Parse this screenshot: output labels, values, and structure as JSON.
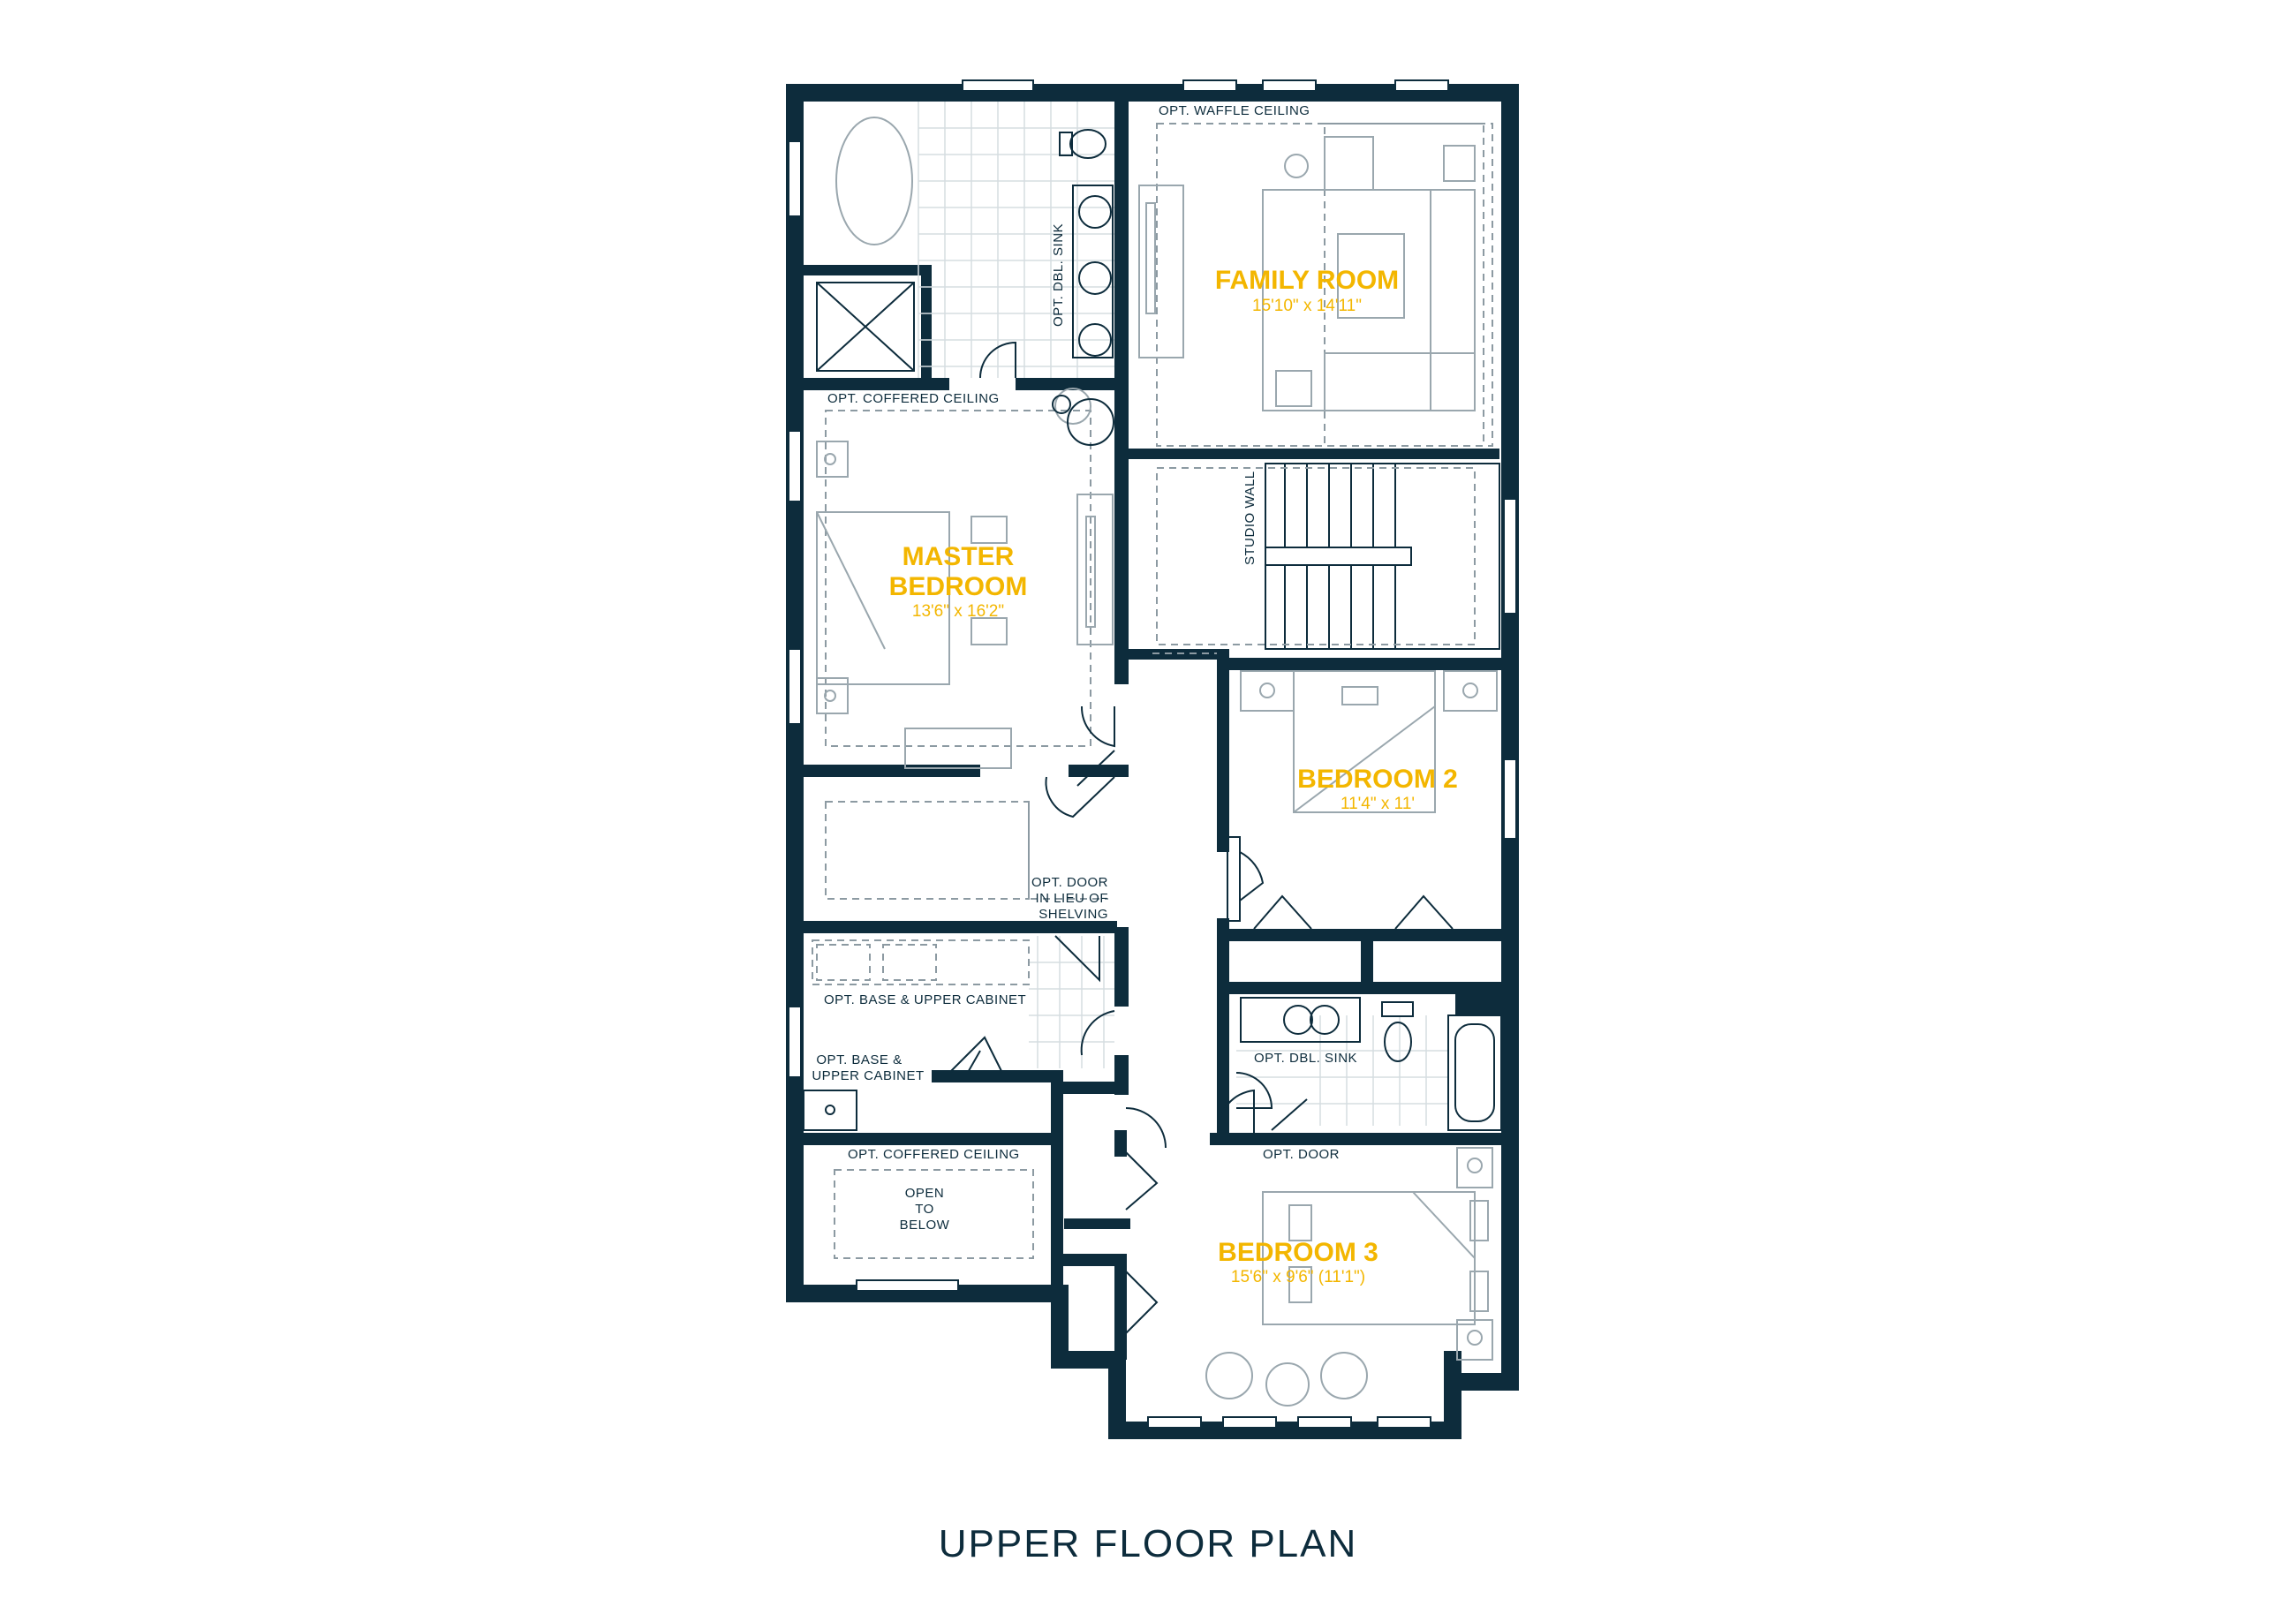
{
  "title": "UPPER FLOOR PLAN",
  "colors": {
    "wall": "#0d2c3c",
    "room_label": "#f3b600",
    "furniture": "#9aa7ae"
  },
  "rooms": {
    "family": {
      "name": "FAMILY ROOM",
      "dims": "15'10\" x 14'11\""
    },
    "master": {
      "name_line1": "MASTER",
      "name_line2": "BEDROOM",
      "dims": "13'6\" x 16'2\""
    },
    "bed2": {
      "name": "BEDROOM 2",
      "dims": "11'4\" x 11'"
    },
    "bed3": {
      "name": "BEDROOM 3",
      "dims": "15'6\" x 9'6\" (11'1\")"
    }
  },
  "notes": {
    "waffle": "OPT. WAFFLE CEILING",
    "dbl_sink_master": "OPT. DBL. SINK",
    "coffered_master": "OPT. COFFERED CEILING",
    "studio_wall": "STUDIO WALL",
    "opt_door_line1": "OPT. DOOR",
    "opt_door_line2": "IN LIEU OF",
    "opt_door_line3": "SHELVING",
    "base_upper_1": "OPT. BASE & UPPER CABINET",
    "base_upper_2_line1": "OPT. BASE &",
    "base_upper_2_line2": "UPPER CABINET",
    "dbl_sink_bath": "OPT. DBL. SINK",
    "coffered_lower": "OPT. COFFERED CEILING",
    "open_line1": "OPEN",
    "open_line2": "TO",
    "open_line3": "BELOW",
    "opt_door": "OPT. DOOR"
  }
}
